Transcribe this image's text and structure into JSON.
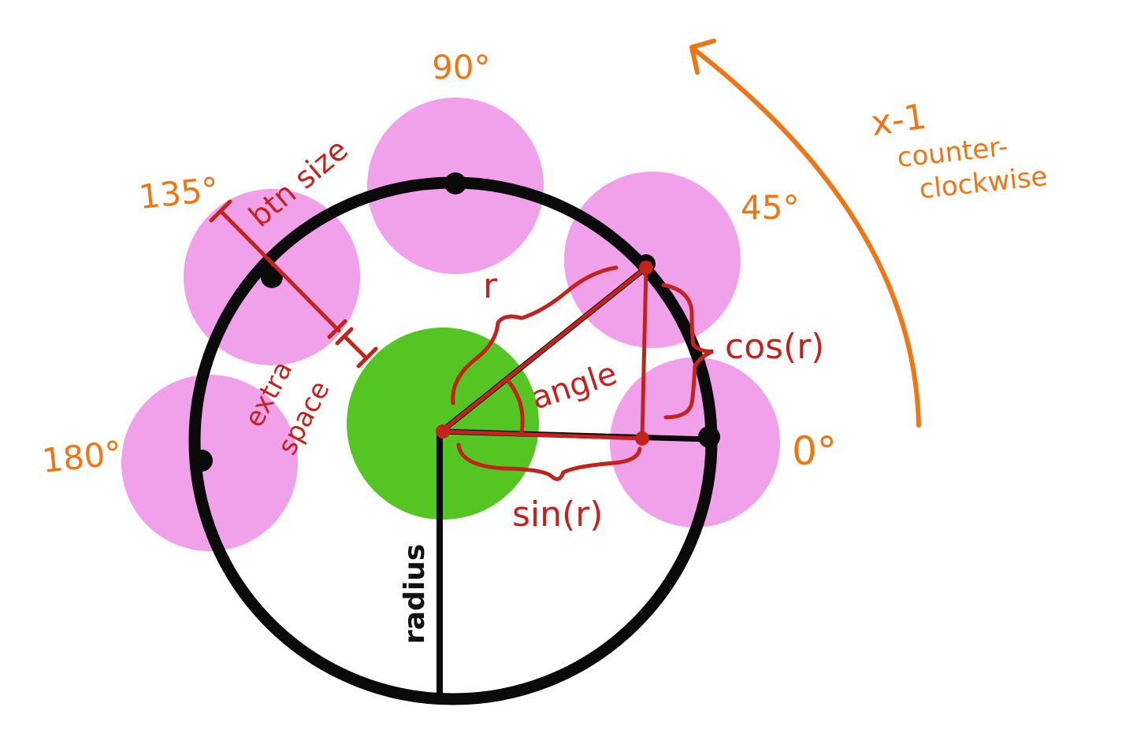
{
  "colors": {
    "button": "#f1a0ea",
    "center_button": "#54c522",
    "ring": "#0a0a0a",
    "annotation_red": "#c3231d",
    "annotation_orange": "#ee7614"
  },
  "angle_labels": {
    "deg_0": "0°",
    "deg_45": "45°",
    "deg_90": "90°",
    "deg_135": "135°",
    "deg_180": "180°"
  },
  "annotations": {
    "btn_size": "btn size",
    "extra": "extra",
    "space": "space",
    "r": "r",
    "angle": "angle",
    "cos": "cos(r)",
    "sin": "sin(r)",
    "radius": "radius"
  },
  "direction_note": {
    "multiplier": "x-1",
    "line1": "counter-",
    "line2": "clockwise"
  }
}
